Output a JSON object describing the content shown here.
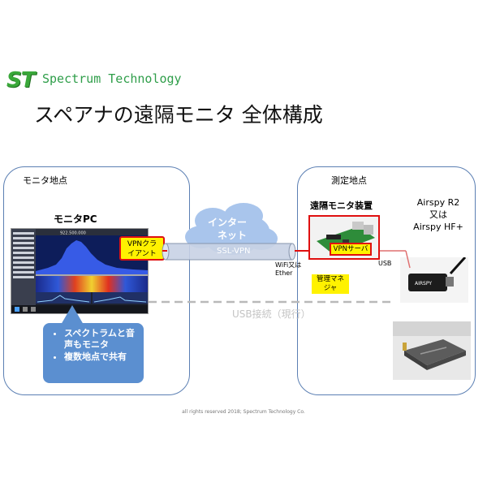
{
  "logo": {
    "mark": "ST",
    "text": "Spectrum Technology"
  },
  "title": "スペアナの遠隔モニタ 全体構成",
  "left_site": {
    "label": "モニタ地点",
    "pc_label": "モニタPC",
    "vpn_client": [
      "VPNクラ",
      "イアント"
    ],
    "callout": [
      "スペクトラムと音声もモニタ",
      "複数地点で共有"
    ],
    "screen_freq": "922.500.000"
  },
  "internet": {
    "line1": "インター",
    "line2": "ネット",
    "tunnel": "SSL-VPN"
  },
  "right_site": {
    "label": "測定地点",
    "device_label": "遠隔モニタ装置",
    "vpn_server": "VPNサーバ",
    "manager": [
      "管理マネ",
      "ジャ"
    ],
    "wifi": [
      "WiFi又は",
      "Ether"
    ],
    "usb": "USB",
    "receiver": [
      "Airspy R2",
      "又は",
      "Airspy HF+"
    ],
    "device_brand": "AIRSPY"
  },
  "usb_current": "USB接続（現行）",
  "footer": "all rights reserved 2018; Spectrum Technology Co."
}
